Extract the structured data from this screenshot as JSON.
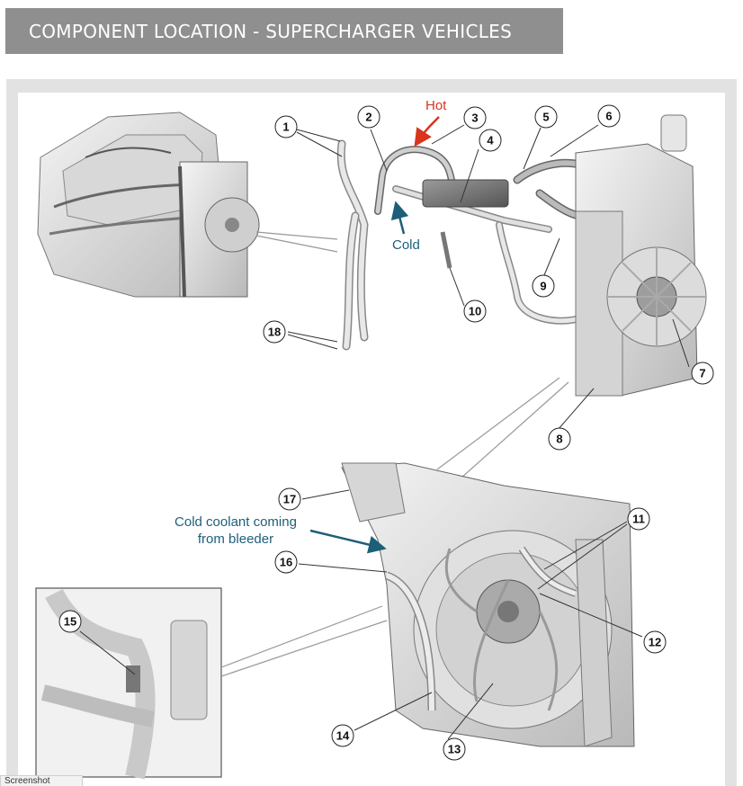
{
  "title": "COMPONENT LOCATION - SUPERCHARGER VEHICLES",
  "callouts": [
    "1",
    "2",
    "3",
    "4",
    "5",
    "6",
    "7",
    "8",
    "9",
    "10",
    "11",
    "12",
    "13",
    "14",
    "15",
    "16",
    "17",
    "18"
  ],
  "annotations": {
    "hot": "Hot",
    "cold": "Cold",
    "cold_coolant_line1": "Cold coolant coming",
    "cold_coolant_line2": "from bleeder"
  },
  "colors": {
    "title_bar": "#8f8f8f",
    "frame": "#e2e2e2",
    "hot": "#d9341c",
    "cold": "#1d5f78"
  },
  "tab_label": "Screenshot"
}
